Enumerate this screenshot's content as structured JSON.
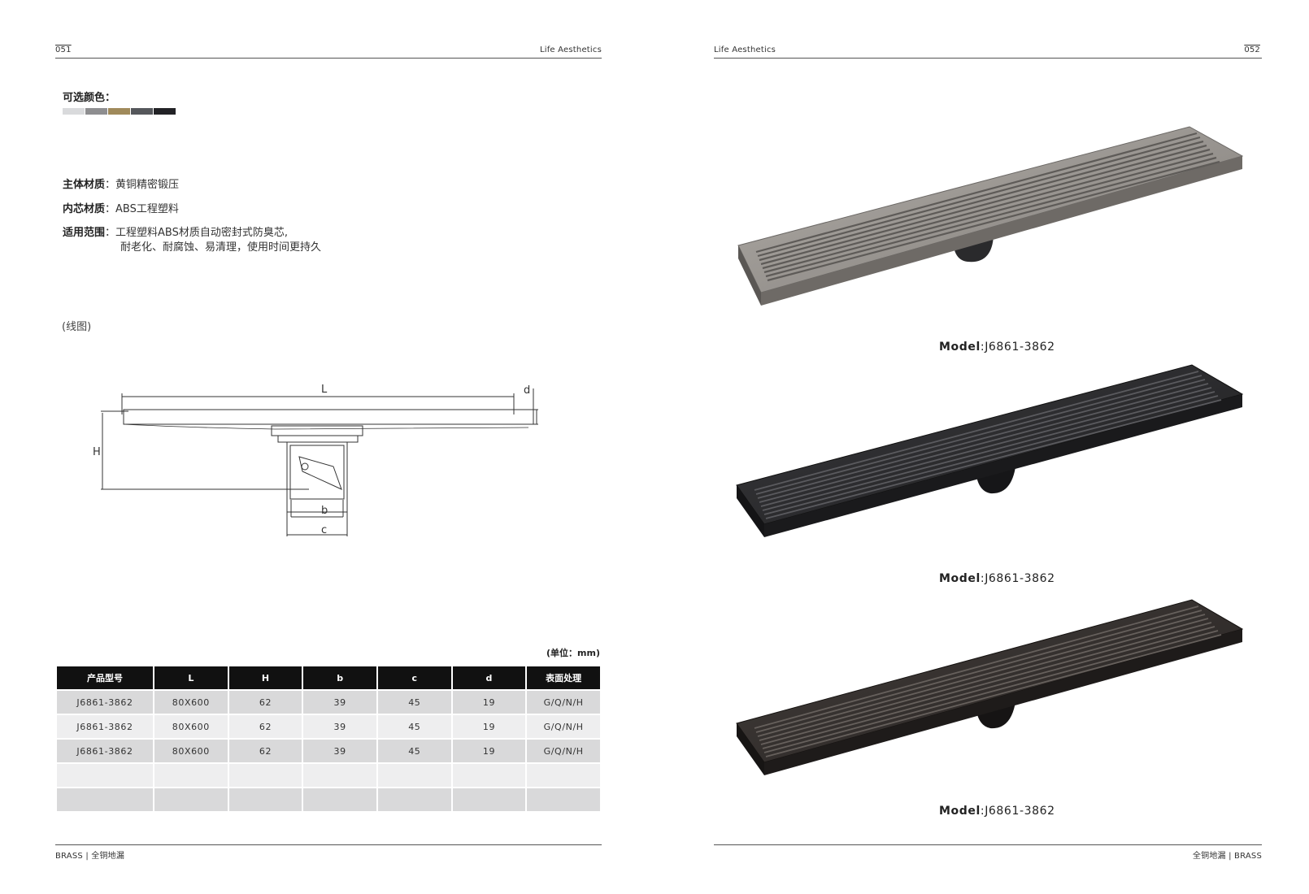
{
  "left_page": {
    "page_number": "051",
    "header_title": "Life Aesthetics",
    "colors_label": "可选颜色：",
    "swatches": [
      {
        "color": "#d9dadc"
      },
      {
        "color": "#8e8e90"
      },
      {
        "color": "#a08a5b"
      },
      {
        "color": "#55575b"
      },
      {
        "color": "#222226"
      }
    ],
    "specs": [
      {
        "label": "主体材质",
        "value": "黄铜精密锻压"
      },
      {
        "label": "内芯材质",
        "value": "ABS工程塑料"
      },
      {
        "label": "适用范围",
        "value": "工程塑料ABS材质自动密封式防臭芯,",
        "value2": "耐老化、耐腐蚀、易清理，使用时间更持久"
      }
    ],
    "line_drawing_label": "(线图)",
    "dimension_labels": {
      "L": "L",
      "d": "d",
      "H": "H",
      "b": "b",
      "c": "c"
    },
    "unit_note": "(单位：mm)",
    "table": {
      "headers": [
        "产品型号",
        "L",
        "H",
        "b",
        "c",
        "d",
        "表面处理"
      ],
      "rows": [
        [
          "J6861-3862",
          "80X600",
          "62",
          "39",
          "45",
          "19",
          "G/Q/N/H"
        ],
        [
          "J6861-3862",
          "80X600",
          "62",
          "39",
          "45",
          "19",
          "G/Q/N/H"
        ],
        [
          "J6861-3862",
          "80X600",
          "62",
          "39",
          "45",
          "19",
          "G/Q/N/H"
        ],
        [
          "",
          "",
          "",
          "",
          "",
          "",
          ""
        ],
        [
          "",
          "",
          "",
          "",
          "",
          "",
          ""
        ]
      ]
    },
    "footer_text": "BRASS | 全铜地漏"
  },
  "right_page": {
    "page_number": "052",
    "header_title": "Life Aesthetics",
    "products": [
      {
        "model_label": "Model",
        "model_value": ":J6861-3862",
        "finish_color": "#8d8a86"
      },
      {
        "model_label": "Model",
        "model_value": ":J6861-3862",
        "finish_color": "#2c2c2e"
      },
      {
        "model_label": "Model",
        "model_value": ":J6861-3862",
        "finish_color": "#36312f"
      }
    ],
    "footer_text": "全铜地漏 | BRASS"
  }
}
